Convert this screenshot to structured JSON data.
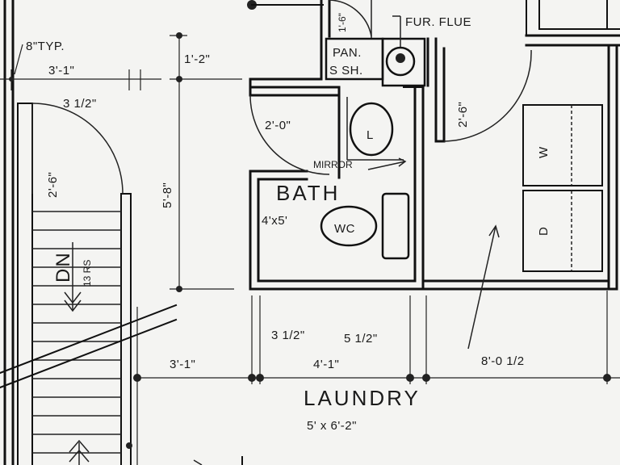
{
  "plan": {
    "labels": {
      "fur_flue": "FUR. FLUE",
      "pan_sh_line1": "PAN.",
      "pan_sh_line2": "S SH.",
      "dim_1_6": "1'-6\"",
      "typ_8": "8\"TYP.",
      "dim_3_1_top": "3'-1\"",
      "dim_3_half": "3 1/2\"",
      "dim_1_2": "1'-2\"",
      "dim_2_0": "2'-0\"",
      "dim_2_6_left": "2'-6\"",
      "dim_2_6_right": "2'-6\"",
      "dim_5_8": "5'-8\"",
      "lav": "L",
      "mirror": "MIRROR",
      "bath": "BATH",
      "bath_size": "4'x5'",
      "wc": "WC",
      "washer": "W",
      "dryer": "D",
      "stair_dn": "DN",
      "stair_risers": "13 RS",
      "dim_3_half_low": "3 1/2\"",
      "dim_5_half": "5 1/2\"",
      "dim_3_1_bottom": "3'-1\"",
      "dim_4_1": "4'-1\"",
      "dim_8_0_half": "8'-0 1/2",
      "laundry": "LAUNDRY",
      "laundry_size": "5' x 6'-2\""
    }
  }
}
